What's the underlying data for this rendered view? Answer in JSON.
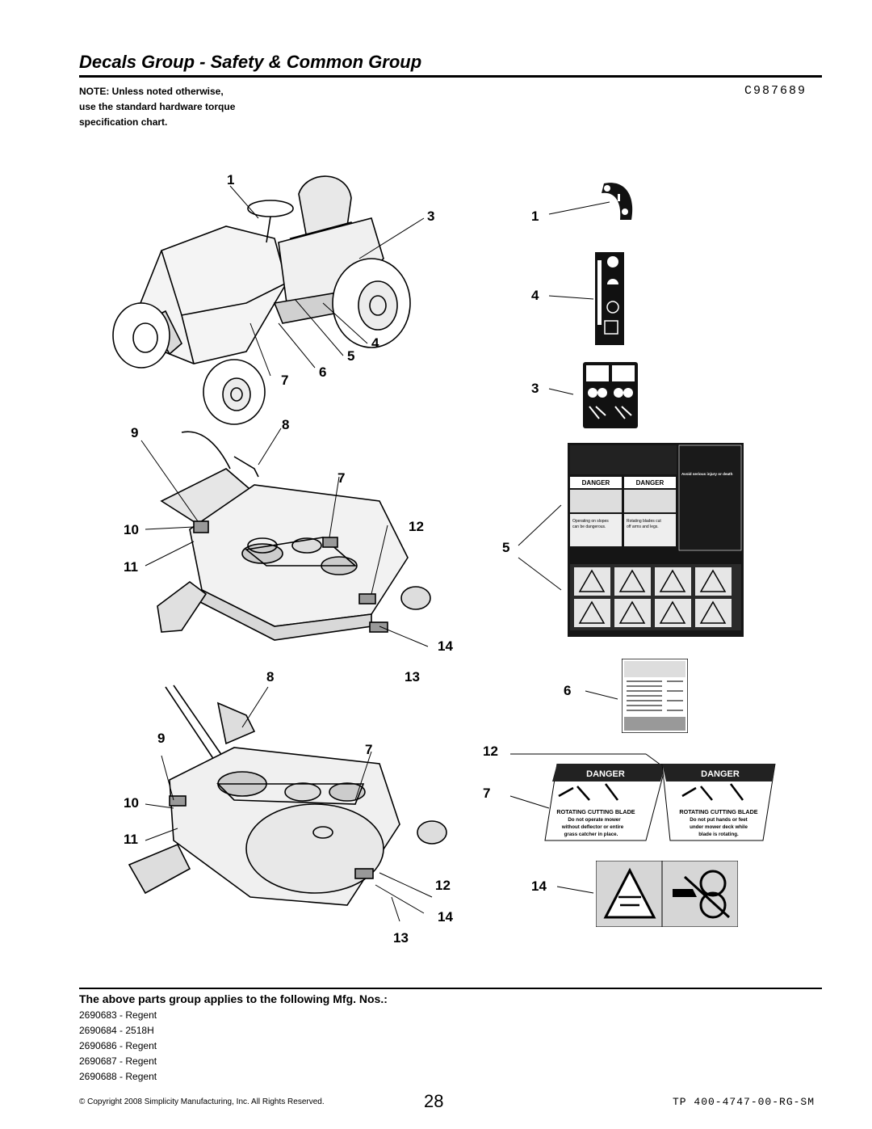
{
  "page": {
    "title": "Decals Group - Safety & Common Group",
    "note": [
      "NOTE: Unless noted otherwise,",
      "use the standard hardware torque",
      "specification chart."
    ],
    "diagram_code": "C987689"
  },
  "callouts": {
    "tractor": [
      "1",
      "3",
      "4",
      "5",
      "6",
      "7"
    ],
    "deck_upper": [
      "9",
      "8",
      "7",
      "10",
      "12",
      "11",
      "14",
      "13"
    ],
    "deck_lower": [
      "8",
      "9",
      "7",
      "10",
      "11",
      "12",
      "14",
      "13"
    ],
    "decals": [
      "1",
      "4",
      "3",
      "5",
      "6",
      "12",
      "7",
      "14"
    ]
  },
  "decals": {
    "danger_header": "DANGER",
    "danger_left": [
      "ROTATING CUTTING BLADE",
      "Do not operate mower",
      "without deflector or entire",
      "grass catcher in place."
    ],
    "danger_right": [
      "ROTATING CUTTING BLADE",
      "Do not put hands or feet",
      "under mower deck while",
      "blade is rotating."
    ],
    "safety_danger_1": "DANGER",
    "safety_danger_2": "DANGER",
    "safety_left_text": [
      "Operating on slopes",
      "can be dangerous."
    ],
    "safety_right_text": [
      "Rotating blades cut",
      "off arms and legs."
    ],
    "safety_avoid": "Avoid serious injury or death"
  },
  "applies": {
    "heading": "The above parts group applies to the following Mfg. Nos.:",
    "items": [
      "2690683 - Regent",
      "2690684 - 2518H",
      "2690686 - Regent",
      "2690687 - Regent",
      "2690688 - Regent"
    ]
  },
  "footer": {
    "copyright": "© Copyright 2008 Simplicity Manufacturing, Inc. All Rights Reserved.",
    "page_number": "28",
    "doc_code": "TP 400-4747-00-RG-SM"
  }
}
